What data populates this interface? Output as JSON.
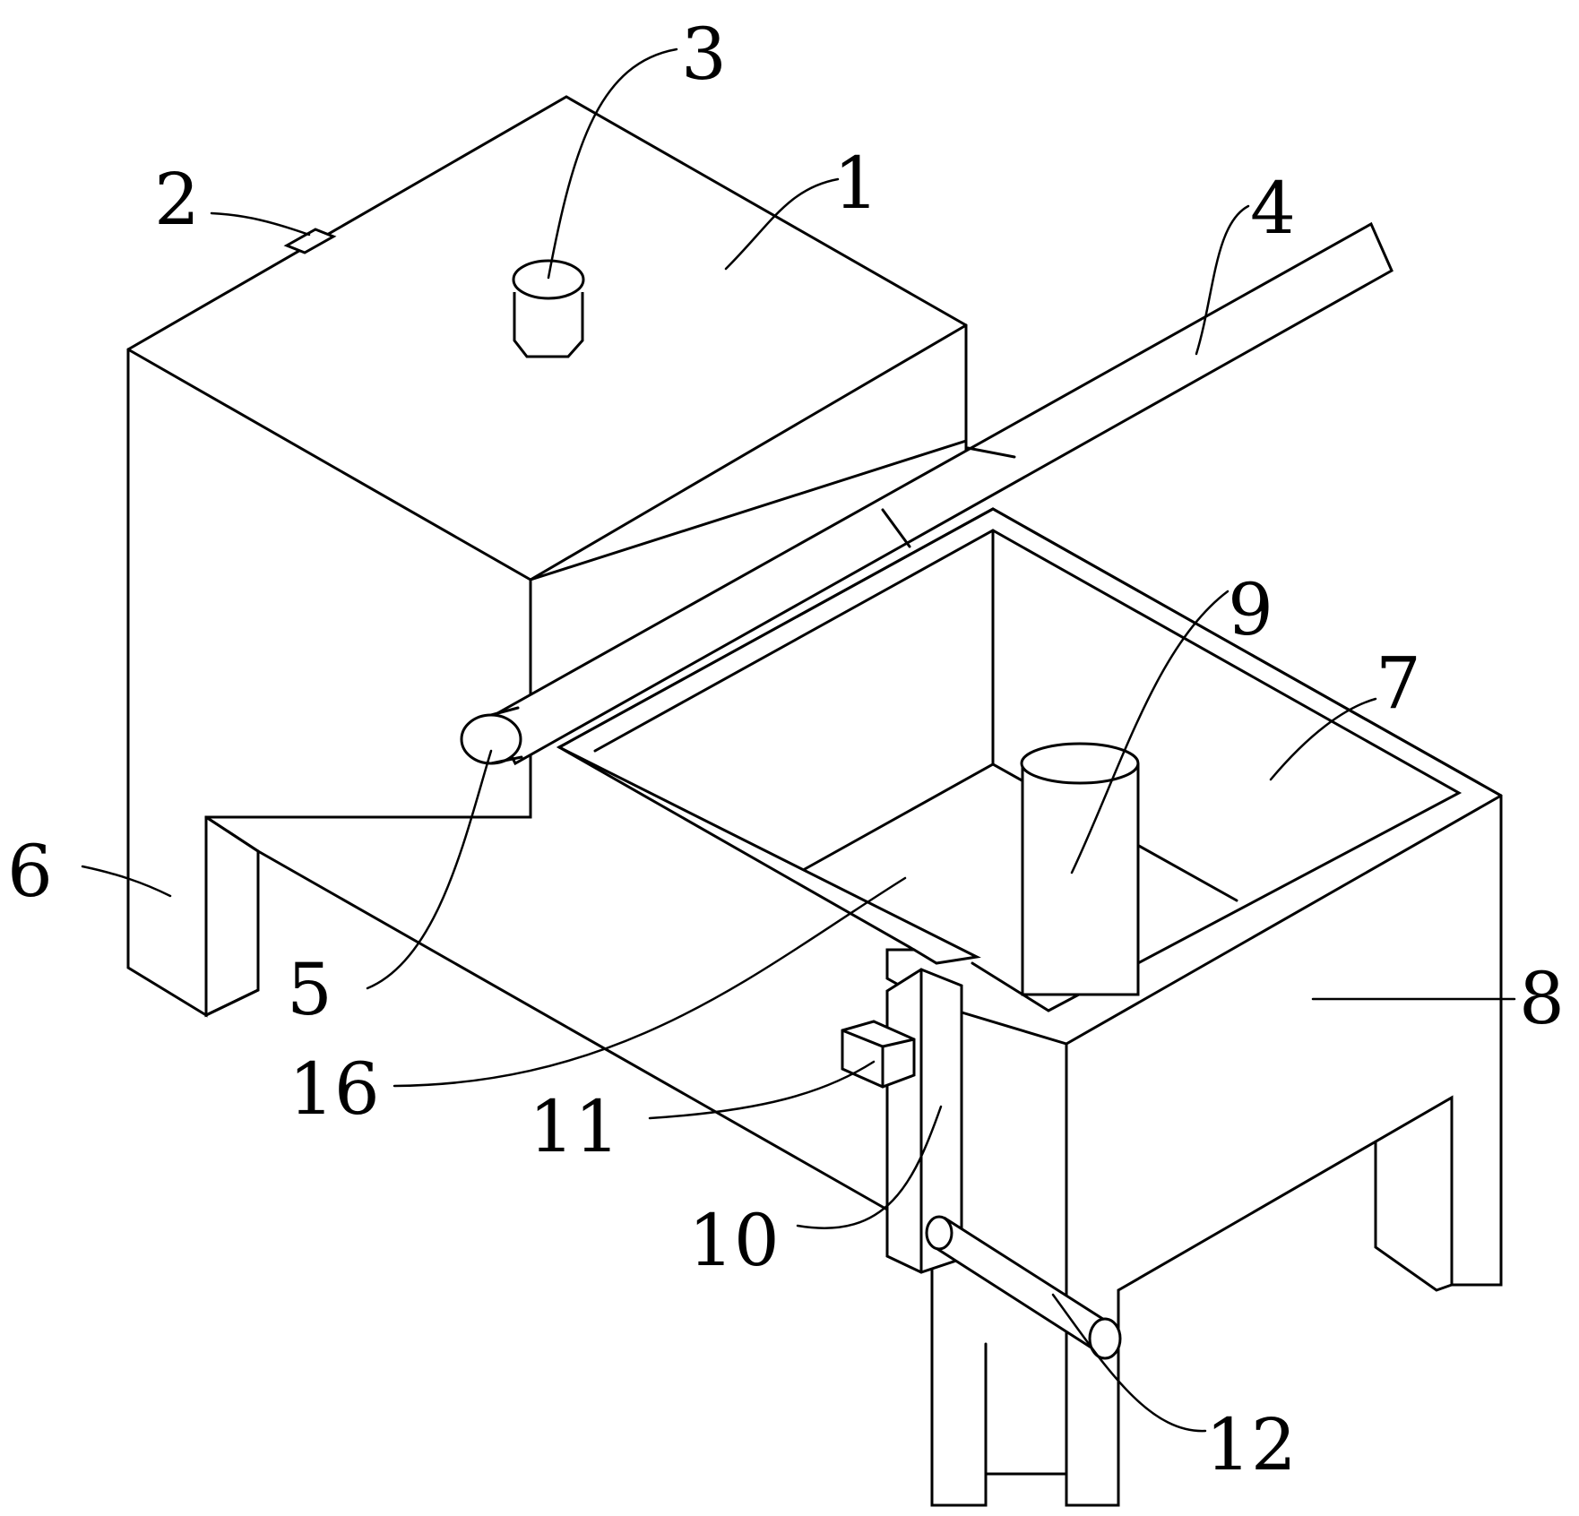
{
  "labels": {
    "part_1": "1",
    "part_2": "2",
    "part_3": "3",
    "part_4": "4",
    "part_5": "5",
    "part_6": "6",
    "part_7": "7",
    "part_8": "8",
    "part_9": "9",
    "part_10": "10",
    "part_11": "11",
    "part_12": "12",
    "part_16": "16"
  }
}
